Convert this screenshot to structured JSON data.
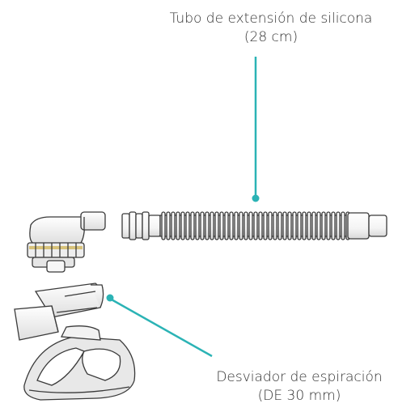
{
  "callouts": {
    "tube": {
      "line1": "Tubo de extensión de silicona",
      "line2": "(28 cm)"
    },
    "diverter": {
      "line1": "Desviador de espiración",
      "line2": "(DE 30 mm)"
    }
  },
  "colors": {
    "leader": "#2bb3b5",
    "outline": "#3a3a3a",
    "part_fill": "#f2f2f2",
    "shadow": "#c9c9c9",
    "text": "#333333"
  }
}
